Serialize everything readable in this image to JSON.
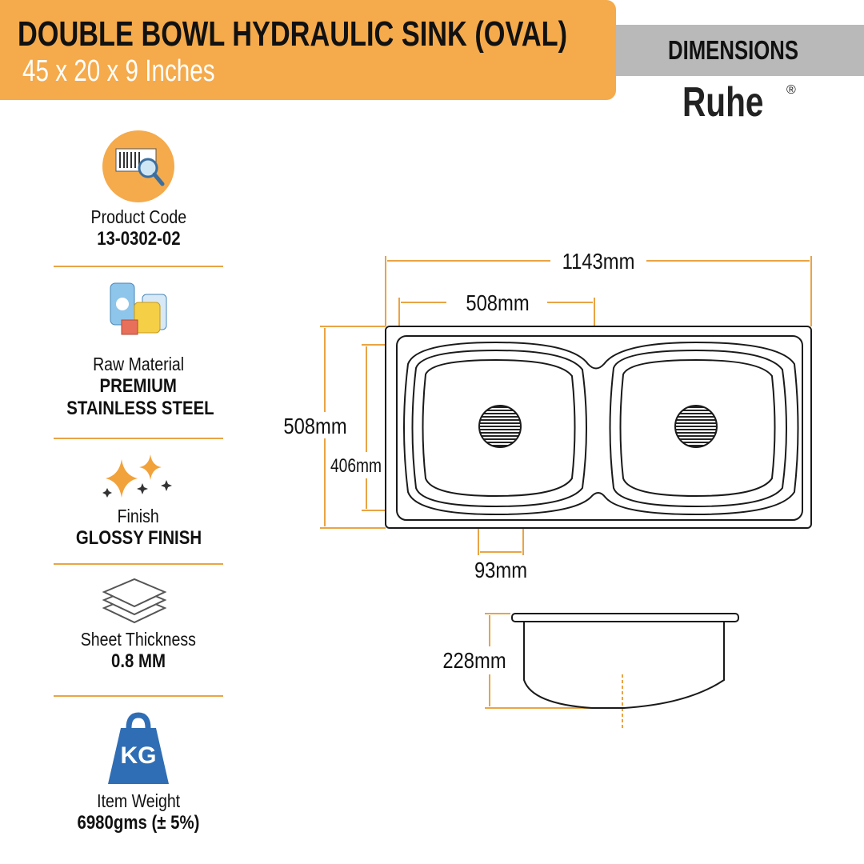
{
  "header": {
    "title": "DOUBLE BOWL HYDRAULIC SINK (OVAL)",
    "subtitle": "45 x 20 x 9 Inches",
    "section_label": "DIMENSIONS",
    "brand": "Ruhe",
    "brand_mark": "®"
  },
  "specs": [
    {
      "icon": "barcode-search-icon",
      "label": "Product Code",
      "values": [
        "13-0302-02"
      ]
    },
    {
      "icon": "raw-material-drums-icon",
      "label": "Raw Material",
      "values": [
        "PREMIUM",
        "STAINLESS STEEL"
      ]
    },
    {
      "icon": "sparkles-icon",
      "label": "Finish",
      "values": [
        "GLOSSY FINISH"
      ]
    },
    {
      "icon": "stacked-sheets-icon",
      "label": "Sheet Thickness",
      "values": [
        "0.8 MM"
      ]
    },
    {
      "icon": "weight-kg-icon",
      "label": "Item Weight",
      "values": [
        "6980gms (± 5%)"
      ],
      "icon_text": "KG"
    }
  ],
  "dimensions": {
    "overall_length": "1143mm",
    "bowl_length": "508mm",
    "overall_width": "508mm",
    "bowl_width": "406mm",
    "drain_diameter": "93mm",
    "depth": "228mm"
  },
  "colors": {
    "banner": "#F5AA4B",
    "dimension_line": "#E9A444",
    "gray_bar": "#B9B9B9"
  }
}
